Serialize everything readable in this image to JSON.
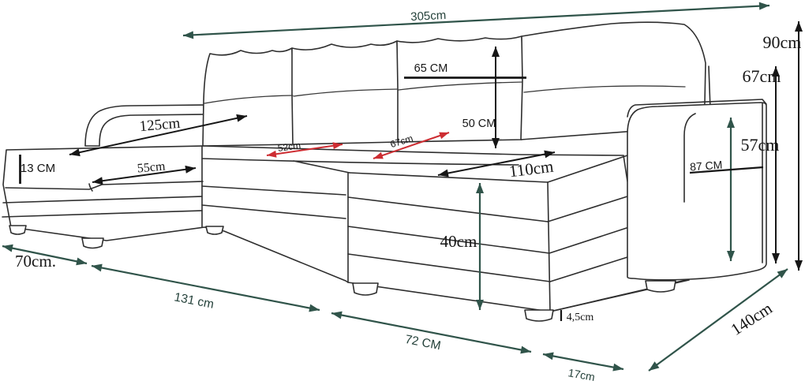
{
  "diagram": {
    "description": "U-shaped sectional sofa dimension diagram, line-art sketch with dimension arrows",
    "background": "#ffffff"
  },
  "colors": {
    "outline": "#2e2e2e",
    "dimension_black": "#161616",
    "dimension_green": "#30544a",
    "dimension_red": "#cd2d32",
    "green_label_text": "#24413a",
    "black_label_text": "#161616"
  },
  "measurements": {
    "total_width": {
      "label": "305cm",
      "value_cm": 305
    },
    "back_height": {
      "label": "90cm",
      "value_cm": 90
    },
    "backrest_height": {
      "label": "67cm",
      "value_cm": 67
    },
    "armrest_height": {
      "label": "57cm",
      "value_cm": 57
    },
    "pillow_width": {
      "label": "65 CM",
      "value_cm": 65
    },
    "pillow_height": {
      "label": "50 CM",
      "value_cm": 50
    },
    "chaise_diagonal": {
      "label": "125cm",
      "value_cm": 125
    },
    "seat_edge_depth": {
      "label": "13 CM",
      "value_cm": 13
    },
    "chaise_seat_width": {
      "label": "55cm",
      "value_cm": 55
    },
    "seat_depth_red_1": {
      "label": "52cm",
      "value_cm": 52
    },
    "seat_depth_red_2": {
      "label": "67cm",
      "value_cm": 67
    },
    "chaise_length": {
      "label": "110cm",
      "value_cm": 110
    },
    "armrest_length": {
      "label": "87 CM",
      "value_cm": 87
    },
    "seat_height": {
      "label": "40cm",
      "value_cm": 40
    },
    "side_depth_left": {
      "label": "70cm.",
      "value_cm": 70
    },
    "front_width_left": {
      "label": "131 cm",
      "value_cm": 131
    },
    "front_width_mid": {
      "label": "72 CM",
      "value_cm": 72
    },
    "front_gap": {
      "label": "17cm",
      "value_cm": 17
    },
    "side_depth_right": {
      "label": "140cm",
      "value_cm": 140
    },
    "leg_height": {
      "label": "4,5cm",
      "value_cm": 4.5
    }
  }
}
